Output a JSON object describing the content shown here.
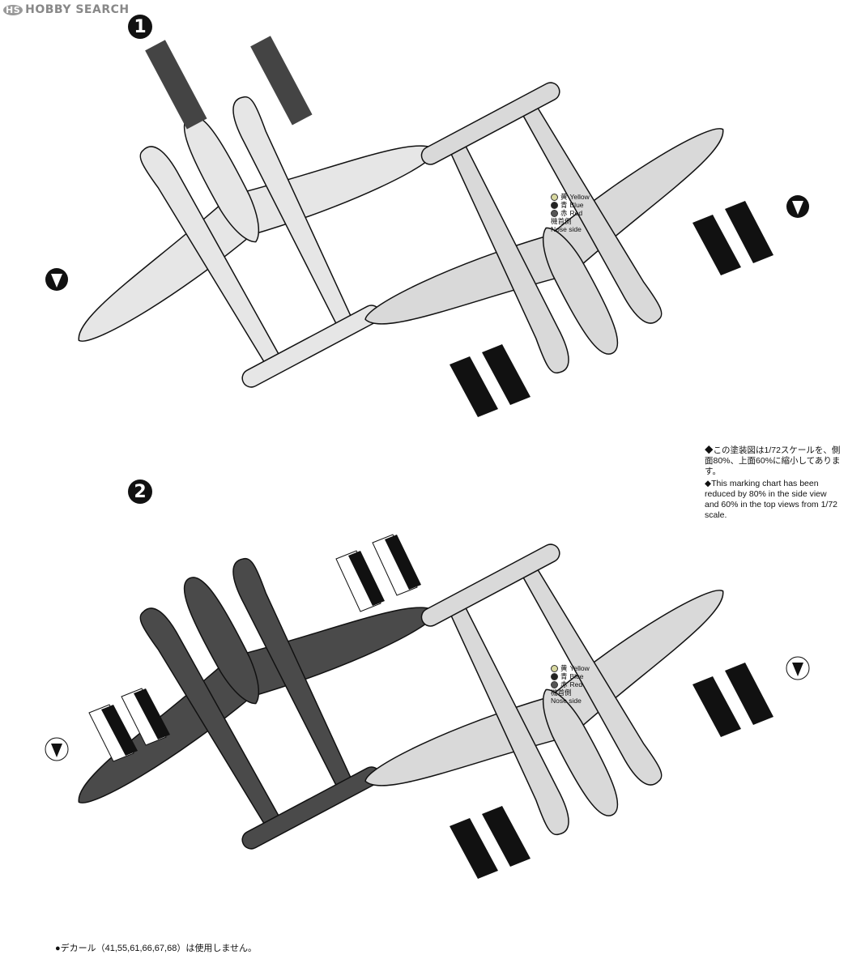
{
  "watermark": "HOBBY SEARCH",
  "watermark_icon": "HS",
  "schemes": [
    {
      "id": "1"
    },
    {
      "id": "2"
    }
  ],
  "color_key": {
    "yellow": {
      "ja": "黄",
      "en": "Yellow",
      "color": "#d8d8a0"
    },
    "blue": {
      "ja": "青",
      "en": "Blue",
      "color": "#222222"
    },
    "red": {
      "ja": "赤",
      "en": "Red",
      "color": "#555555"
    },
    "nose_ja": "機首側",
    "nose_en": "Nose side"
  },
  "note_ja": "◆この塗装図は1/72スケールを、側面80%、上面60%に縮小してあります。",
  "note_en": "◆This marking chart has been reduced by 80% in the side view and 60% in the top views from 1/72 scale.",
  "footnote": "●デカール（41,55,61,66,67,68）は使用しません。",
  "colors": {
    "olive_drab": "#4a4a4a",
    "neutral": "#d0d0d0",
    "light": "#eeeeee",
    "stripe": "#111111"
  }
}
